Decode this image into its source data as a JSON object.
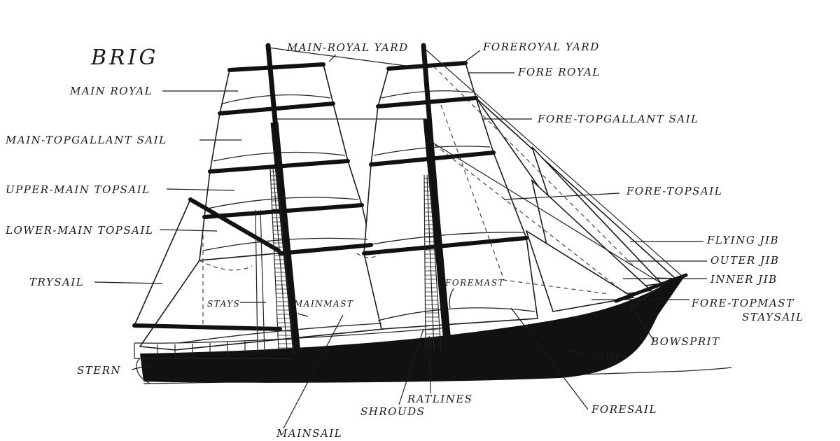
{
  "title": "BRIG",
  "labels": {
    "main_royal_yard": "MAIN-ROYAL YARD",
    "foreroyal_yard": "FOREROYAL YARD",
    "fore_royal": "FORE ROYAL",
    "main_royal": "MAIN ROYAL",
    "main_topgallant_sail": "MAIN-TOPGALLANT SAIL",
    "fore_topgallant_sail": "FORE-TOPGALLANT SAIL",
    "upper_main_topsail": "UPPER-MAIN TOPSAIL",
    "fore_topsail": "FORE-TOPSAIL",
    "lower_main_topsail": "LOWER-MAIN TOPSAIL",
    "flying_jib": "FLYING JIB",
    "outer_jib": "OUTER JIB",
    "inner_jib": "INNER JIB",
    "trysail": "TRYSAIL",
    "foremast": "FOREMAST",
    "stays": "STAYS",
    "mainmast": "MAINMAST",
    "fore_topmast": "FORE-TOPMAST",
    "staysail": "STAYSAIL",
    "bowsprit": "BOWSPRIT",
    "bow": "BOW",
    "stern": "STERN",
    "ratlines": "RATLINES",
    "shrouds": "SHROUDS",
    "foresail": "FORESAIL",
    "mainsail": "MAINSAIL"
  },
  "colors": {
    "ink": "#1a1a1a",
    "hull": "#111111",
    "paper": "#ffffff"
  }
}
